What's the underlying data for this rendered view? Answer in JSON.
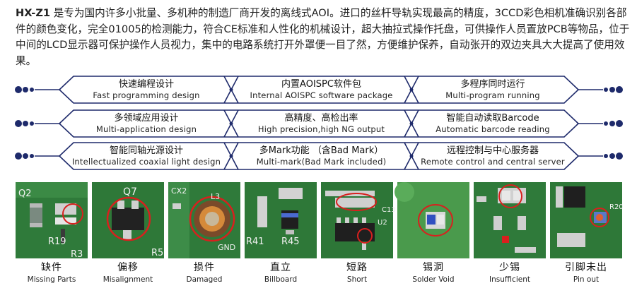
{
  "intro": {
    "model": "HX-Z1",
    "text": " 是专为国内许多小批量、多机种的制造厂商开发的离线式AOI。进口的丝杆导轨实现最高的精度，3CCD彩色相机准确识别各部件的颜色变化，完全01005的检测能力，符合CE标准和人性化的机械设计，超大抽拉式操作托盘，可供操作人员置放PCB等物品，位于中间的LCD显示器可保护操作人员视力，集中的电路系统打开外罩便一目了然，方便维护保养，自动张开的双边夹具大大提高了使用效果。"
  },
  "features": [
    [
      {
        "cn": "快速编程设计",
        "en": "Fast programming design"
      },
      {
        "cn": "内置AOISPC软件包",
        "en": "Internal  AOISPC software package"
      },
      {
        "cn": "多程序同时运行",
        "en": "Multi-program running"
      }
    ],
    [
      {
        "cn": "多领域应用设计",
        "en": "Multi-application design"
      },
      {
        "cn": "高精度、高检出率",
        "en": "High precision,high NG output"
      },
      {
        "cn": "智能自动读取Barcode",
        "en": "Automatic barcode reading"
      }
    ],
    [
      {
        "cn": "智能同轴光源设计",
        "en": "Intellectualized coaxial light design"
      },
      {
        "cn": "多Mark功能 （含Bad Mark）",
        "en": "Multi-mark(Bad Mark included)"
      },
      {
        "cn": "远程控制与中心服务器",
        "en": "Remote control and central server"
      }
    ]
  ],
  "defects": [
    {
      "cn": "缺件",
      "en": "Missing Parts",
      "marks": [
        "Q2",
        "R19",
        "R3"
      ]
    },
    {
      "cn": "偏移",
      "en": "Misalignment",
      "marks": [
        "Q7",
        "R5"
      ]
    },
    {
      "cn": "损件",
      "en": "Damaged",
      "marks": [
        "CX2",
        "L3",
        "GND"
      ]
    },
    {
      "cn": "直立",
      "en": "Billboard",
      "marks": [
        "R41",
        "R45"
      ]
    },
    {
      "cn": "短路",
      "en": "Short",
      "marks": [
        "C13",
        "U2"
      ]
    },
    {
      "cn": "锡洞",
      "en": "Solder Void",
      "marks": []
    },
    {
      "cn": "少锡",
      "en": "Insufficient",
      "marks": []
    },
    {
      "cn": "引脚未出",
      "en": "Pin out",
      "marks": [
        "R20"
      ]
    }
  ],
  "colors": {
    "band_line": "#1e2a6b",
    "dot": "#1e2a6b",
    "pcb_green": "#2f7a3a",
    "marker_red": "#d8201e"
  }
}
